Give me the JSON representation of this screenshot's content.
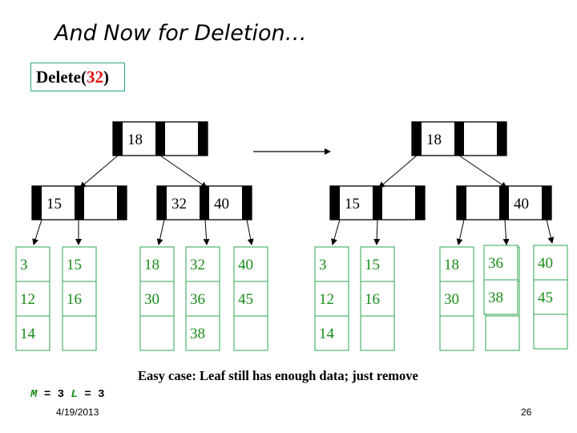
{
  "title": "And Now for Deletion…",
  "delete_call": {
    "prefix": "Delete(",
    "arg": "32",
    "suffix": ")"
  },
  "caption": "Easy case: Leaf still has enough data; just remove",
  "params": {
    "m_label": "M",
    "m_value": "3",
    "l_label": "L",
    "l_value": "3",
    "eq": "="
  },
  "footer": {
    "date": "4/19/2013",
    "page": "26"
  },
  "colors": {
    "leaf": "#1a8c1a",
    "leaf_border": "#2ea44f",
    "key_fill": "#000000",
    "highlight": "#e01010"
  },
  "before_tree": {
    "root": [
      "18",
      ""
    ],
    "internal": [
      [
        "15",
        ""
      ],
      [
        "32",
        "40"
      ]
    ],
    "leaves": [
      [
        "3",
        "12",
        "14"
      ],
      [
        "15",
        "16",
        ""
      ],
      [
        "18",
        "30",
        ""
      ],
      [
        "32",
        "36",
        "38"
      ],
      [
        "40",
        "45",
        ""
      ]
    ]
  },
  "after_tree": {
    "root": [
      "18",
      ""
    ],
    "internal": [
      [
        "15",
        ""
      ],
      [
        "",
        "40"
      ]
    ],
    "leaves": [
      [
        "3",
        "12",
        "14"
      ],
      [
        "15",
        "16",
        ""
      ],
      [
        "18",
        "30",
        ""
      ],
      [
        "36",
        "38"
      ],
      [
        "40",
        "45",
        ""
      ]
    ]
  }
}
